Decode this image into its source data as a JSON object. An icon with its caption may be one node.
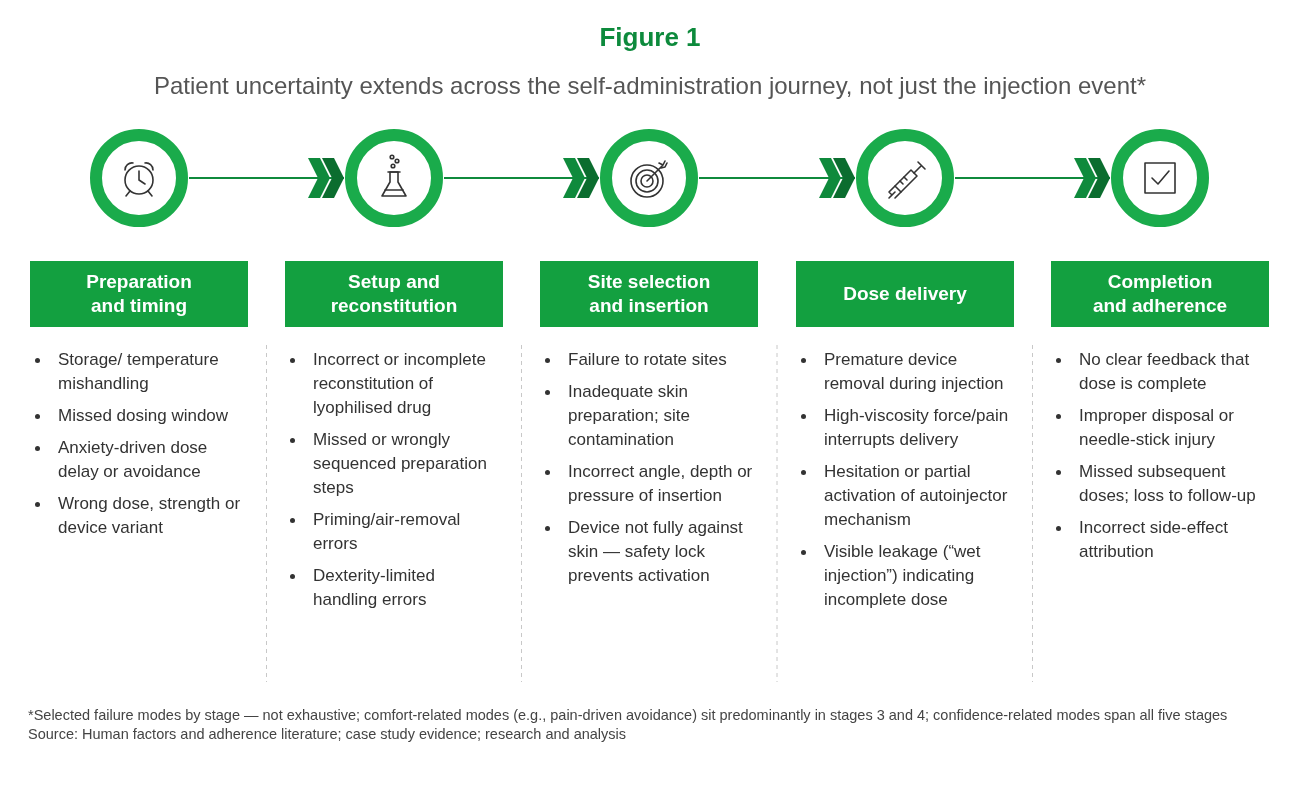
{
  "diagram": {
    "title": "Figure 1",
    "nodes": [
      {
        "text": [],
        "shape": "circle"
      },
      {
        "text": [],
        "shape": "circle"
      },
      {
        "text": [],
        "shape": "circle"
      },
      {
        "text": [],
        "shape": "circle"
      },
      {
        "text": [],
        "shape": "circle"
      },
      {
        "text": [
          "Preparation and timing"
        ]
      },
      {
        "text": [
          "Setup and reconstitution"
        ]
      },
      {
        "text": [
          "Site selection and insertion"
        ]
      },
      {
        "text": [
          "Dose delivery"
        ]
      },
      {
        "text": [
          "Completion and adherence"
        ]
      }
    ],
    "edges": [
      {
        "from": 0,
        "to": 1,
        "arrow": "to"
      },
      {
        "from": 1,
        "to": 2,
        "arrow": "to"
      },
      {
        "from": 2,
        "to": 3,
        "arrow": "to"
      },
      {
        "from": 3,
        "to": 4,
        "arrow": "to"
      }
    ],
    "labels": [
      "Patient uncertainty extends across the self-administration journey, not just the injection event*",
      "Storage/ temperature mishandling",
      "Missed dosing window",
      "Anxiety-driven dose delay or avoidance",
      "Wrong dose, strength or device variant",
      "Incorrect or incomplete reconstitution of lyophilised drug",
      "Missed or wrongly sequenced preparation steps",
      "Priming/air-removal errors",
      "Dexterity-limited handling errors",
      "Failure to rotate sites",
      "Inadequate skin preparation; site contamination",
      "Incorrect angle, depth or pressure of insertion",
      "Device not fully against skin — safety lock prevents activation",
      "Premature device removal during injection",
      "High-viscosity force/pain interrupts delivery",
      "Hesitation or partial activation of autoinjector mechanism",
      "Visible leakage (“wet injection”) indicating incomplete dose",
      "No clear feedback that dose is complete",
      "Improper disposal or needle-stick injury",
      "Missed subsequent doses; loss to follow-up",
      "Incorrect side-effect attribution",
      "*Selected failure modes by stage — not exhaustive; comfort-related modes (e.g., pain-driven avoidance) sit predominantly in stages 3 and 4; confidence-related modes span all five stages",
      "Source: Human factors and adherence literature; case study evidence; research and analysis"
    ]
  }
}
